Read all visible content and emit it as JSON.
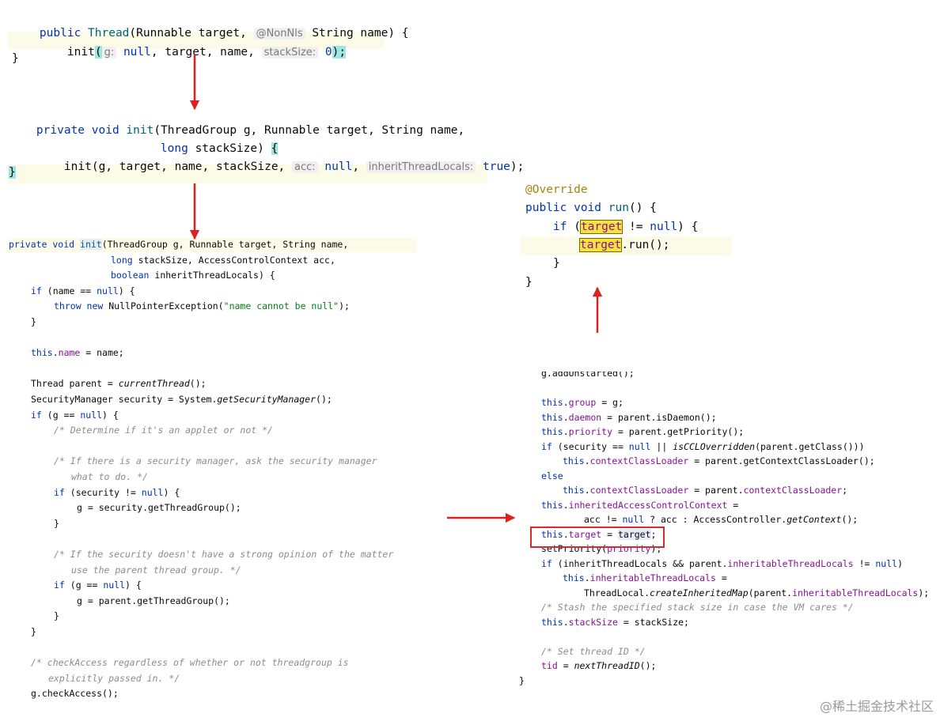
{
  "block1": {
    "line1": {
      "kw": "public ",
      "cls": "Thread",
      "a": "(Runnable target, ",
      "hint": "@NonNls",
      "b": " String name) {"
    },
    "line2": {
      "fn": "init",
      "p": "(",
      "hint_g": "g:",
      "kw_null": " null",
      "rest": ", target, name, ",
      "hint_ss": "stackSize:",
      "num": " 0",
      "end": ");"
    },
    "line3": "}"
  },
  "block2": {
    "line1": {
      "kw": "private void ",
      "fn": "init",
      "rest": "(ThreadGroup g, Runnable target, String name,"
    },
    "line2": {
      "kw": "long ",
      "rest": "stackSize) ",
      "brace": "{"
    },
    "line3": {
      "a": "init(g, target, name, stackSize, ",
      "hint_acc": "acc:",
      "kw_null": " null",
      "b": ", ",
      "hint_itl": "inheritThreadLocals:",
      "kw_true": " true",
      "end": ");"
    },
    "line4": "}"
  },
  "block3": {
    "l1": {
      "kw": "private void ",
      "fn": "init",
      "rest": "(ThreadGroup g, Runnable target, String name,"
    },
    "l2": {
      "kw": "long ",
      "rest": "stackSize, AccessControlContext acc,"
    },
    "l3": {
      "kw": "boolean ",
      "rest": "inheritThreadLocals) {"
    },
    "l4": {
      "kw": "if ",
      "a": "(name == ",
      "null": "null",
      "b": ") {"
    },
    "l5": {
      "kw": "throw new ",
      "a": "NullPointerException(",
      "str": "\"name cannot be null\"",
      "b": ");"
    },
    "l6": "}",
    "l7": {
      "kw": "this",
      "dot": ".",
      "fld": "name",
      "rest": " = name;"
    },
    "l8": {
      "a": "Thread parent = ",
      "it": "currentThread",
      "b": "();"
    },
    "l9": {
      "a": "SecurityManager security = System.",
      "it": "getSecurityManager",
      "b": "();"
    },
    "l10": {
      "kw": "if ",
      "a": "(g == ",
      "null": "null",
      "b": ") {"
    },
    "l11": "/* Determine if it's an applet or not */",
    "l12": "/* If there is a security manager, ask the security manager",
    "l13": "what to do. */",
    "l14": {
      "kw": "if ",
      "a": "(security != ",
      "null": "null",
      "b": ") {"
    },
    "l15": "g = security.getThreadGroup();",
    "l16": "}",
    "l17": "/* If the security doesn't have a strong opinion of the matter",
    "l18": "use the parent thread group. */",
    "l19": {
      "kw": "if ",
      "a": "(g == ",
      "null": "null",
      "b": ") {"
    },
    "l20": "g = parent.getThreadGroup();",
    "l21": "}",
    "l22": "}",
    "l23": "/* checkAccess regardless of whether or not threadgroup is",
    "l24": "explicitly passed in. */",
    "l25": "g.checkAccess();"
  },
  "block4": {
    "l1": "@Override",
    "l2": {
      "kw": "public void ",
      "fn": "run",
      "rest": "() {"
    },
    "l3": {
      "kw": "if ",
      "p": "(",
      "target": "target",
      "rest": " != ",
      "null": "null",
      "end": ") {"
    },
    "l4": {
      "target": "target",
      "rest": ".run();"
    },
    "l5": "}",
    "l6": "}"
  },
  "block5": {
    "l0": "g.addUnstarted();",
    "l1": {
      "kw": "this",
      "dot": ".",
      "fld": "group",
      "rest": " = g;"
    },
    "l2": {
      "kw": "this",
      "dot": ".",
      "fld": "daemon",
      "rest": " = parent.isDaemon();"
    },
    "l3": {
      "kw": "this",
      "dot": ".",
      "fld": "priority",
      "rest": " = parent.getPriority();"
    },
    "l4": {
      "kw": "if ",
      "a": "(security == ",
      "null": "null",
      "b": " || ",
      "it": "isCCLOverridden",
      "c": "(parent.getClass()))"
    },
    "l5": {
      "kw": "this",
      "dot": ".",
      "fld": "contextClassLoader",
      "rest": " = parent.getContextClassLoader();"
    },
    "l6": "else",
    "l7": {
      "kw": "this",
      "dot": ".",
      "fld": "contextClassLoader",
      "a": " = parent.",
      "fld2": "contextClassLoader",
      "b": ";"
    },
    "l8": {
      "kw": "this",
      "dot": ".",
      "fld": "inheritedAccessControlContext",
      "rest": " ="
    },
    "l9": {
      "a": "acc != ",
      "null": "null",
      "b": " ? acc : AccessController.",
      "it": "getContext",
      "c": "();"
    },
    "l10": {
      "kw": "this",
      "dot": ".",
      "fld": "target",
      "a": " = ",
      "sel": "target",
      "b": ";"
    },
    "l11": {
      "a": "setPriority(",
      "fld": "priority",
      "b": ");"
    },
    "l12": {
      "kw": "if ",
      "a": "(inheritThreadLocals && parent.",
      "fld": "inheritableThreadLocals",
      "b": " != ",
      "null": "null",
      "c": ")"
    },
    "l13": {
      "kw": "this",
      "dot": ".",
      "fld": "inheritableThreadLocals",
      "rest": " ="
    },
    "l14": {
      "a": "ThreadLocal.",
      "it": "createInheritedMap",
      "b": "(parent.",
      "fld": "inheritableThreadLocals",
      "c": ");"
    },
    "l15": "/* Stash the specified stack size in case the VM cares */",
    "l16": {
      "kw": "this",
      "dot": ".",
      "fld": "stackSize",
      "rest": " = stackSize;"
    },
    "l17": "/* Set thread ID */",
    "l18": {
      "fld": "tid",
      "a": " = ",
      "it": "nextThreadID",
      "b": "();"
    },
    "l19": "}"
  },
  "colors": {
    "keyword": "#0033b3",
    "field": "#871094",
    "string": "#067d17",
    "comment": "#8c8c8c",
    "arrow": "#e02020",
    "highlight": "#f5e23c"
  },
  "watermark": "@稀土掘金技术社区"
}
